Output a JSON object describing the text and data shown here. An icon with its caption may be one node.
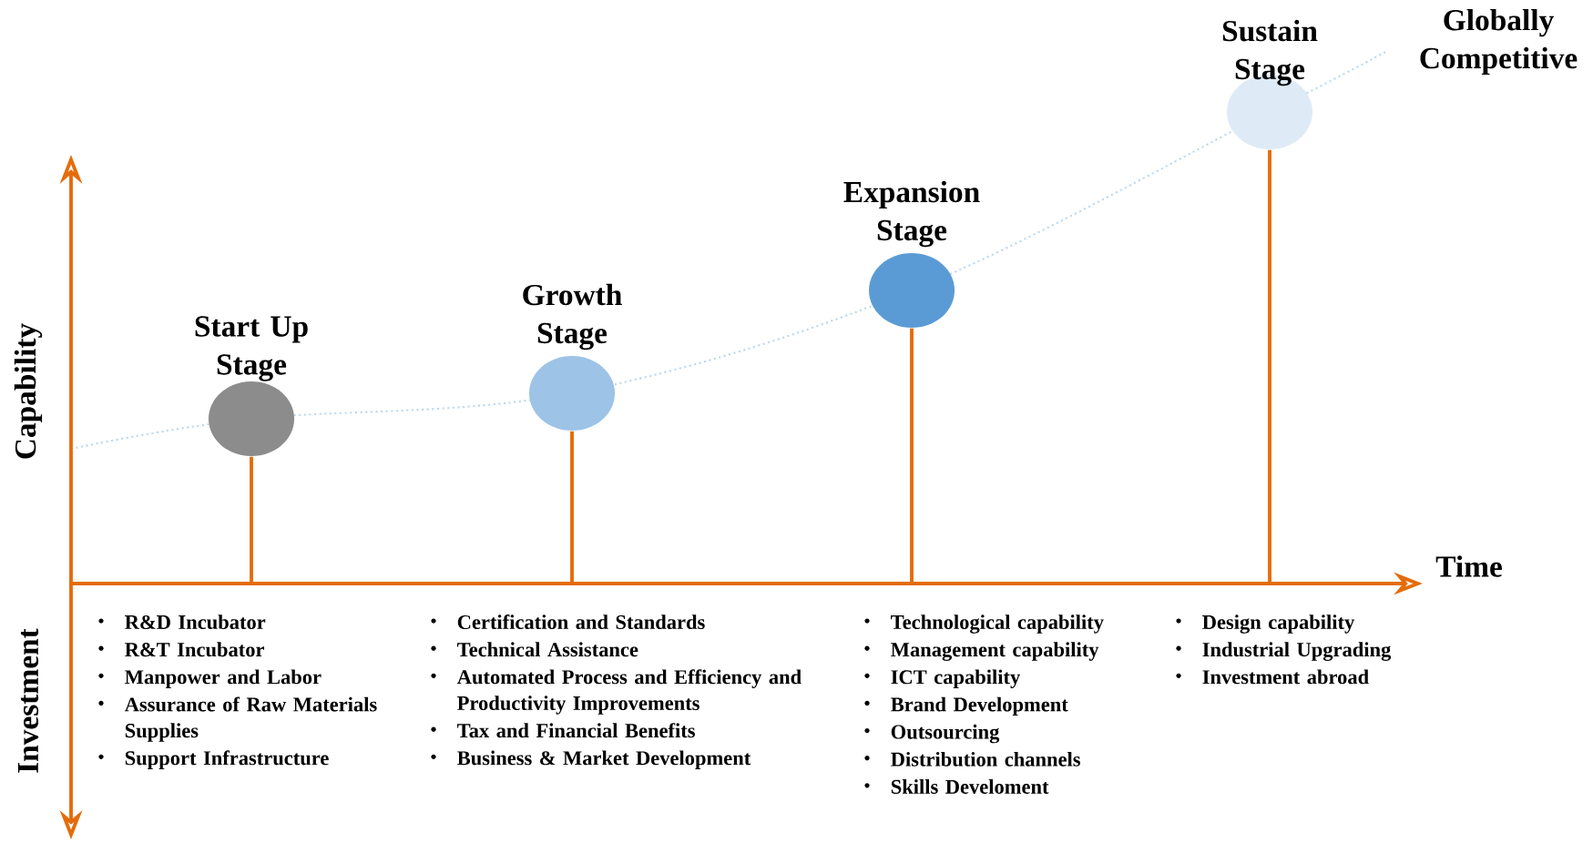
{
  "diagram": {
    "nodes": [
      {
        "text": [
          "Start Up Stage"
        ]
      },
      {
        "text": [
          "Growth Stage"
        ]
      },
      {
        "text": [
          "Expansion Stage"
        ]
      },
      {
        "text": [
          "Sustain Stage"
        ]
      }
    ],
    "edges": [
      {
        "from": 0,
        "to": null,
        "arrow": "none"
      },
      {
        "from": 1,
        "to": null,
        "arrow": "none"
      },
      {
        "from": 2,
        "to": null,
        "arrow": "none"
      },
      {
        "from": 3,
        "to": null,
        "arrow": "none"
      }
    ],
    "labels": [
      "Globally Competitive",
      "Capability",
      "Time",
      "Investment",
      "R&D Incubator",
      "R&T Incubator",
      "Manpower and Labor",
      "Assurance of Raw Materials Supplies",
      "Support Infrastructure",
      "Certification and Standards",
      "Technical Assistance",
      "Automated Process and Efficiency and Productivity Improvements",
      "Tax and Financial Benefits",
      "Business & Market Development",
      "Technological capability",
      "Management capability",
      "ICT capability",
      "Brand Development",
      "Outsourcing",
      "Distribution channels",
      "Skills Develoment",
      "Design capability",
      "Industrial Upgrading",
      "Investment abroad"
    ]
  }
}
